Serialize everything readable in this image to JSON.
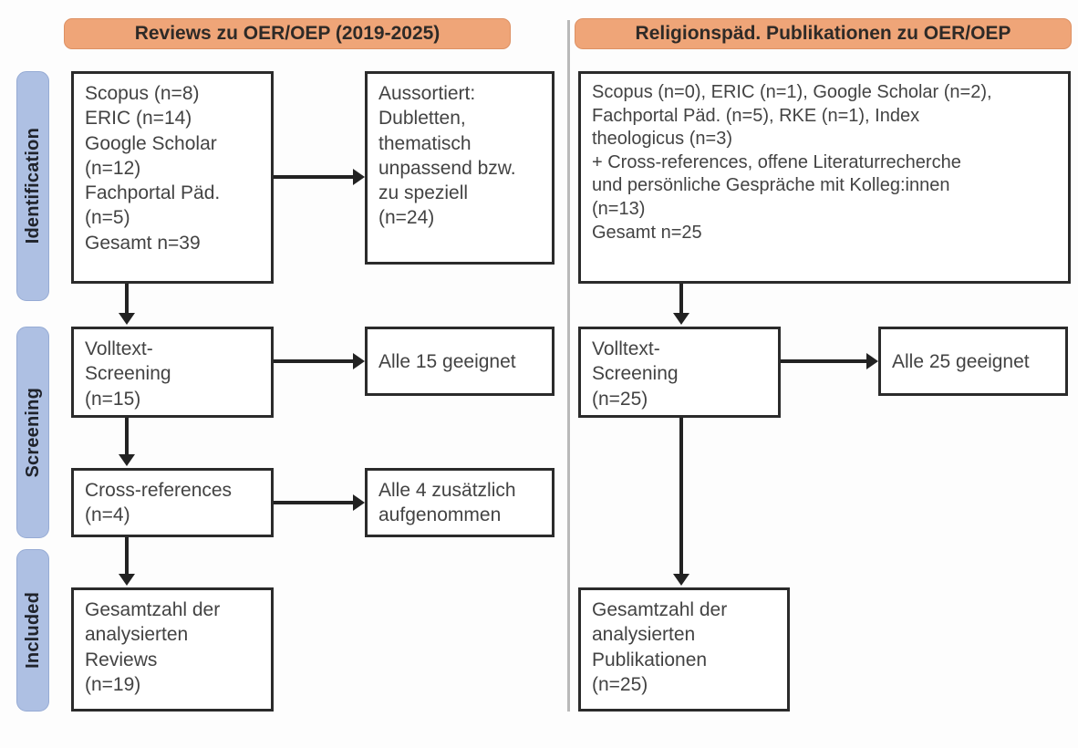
{
  "diagram": {
    "title": "PRISMA-Flussdiagramm: Reviews und religionspaedagogische Publikationen zu OER/OEP",
    "colors": {
      "stage_label_fill": "#AEC0E3",
      "column_header_fill": "#EFA578",
      "box_border": "#2B2B2B",
      "connector": "#222222",
      "background": "#FFFFFF"
    }
  },
  "stages": [
    {
      "id": "identification",
      "label": "Identification"
    },
    {
      "id": "screening",
      "label": "Screening"
    },
    {
      "id": "included",
      "label": "Included"
    }
  ],
  "columns": [
    {
      "id": "reviews",
      "header": "Reviews zu OER/OEP (2019-2025)"
    },
    {
      "id": "religionspaed",
      "header": "Religionspäd. Publikationen zu OER/OEP"
    }
  ],
  "left_column": {
    "identification_sources": "Scopus (n=8)\nERIC (n=14)\nGoogle Scholar\n(n=12)\nFachportal Päd.\n(n=5)\nGesamt n=39",
    "excluded": "Aussortiert:\nDubletten,\nthematisch\nunpassend bzw.\nzu speziell\n(n=24)",
    "screening": "Volltext-\nScreening\n(n=15)",
    "screening_result": "Alle 15 geeignet",
    "cross_references": "Cross-references\n(n=4)",
    "cross_references_result": "Alle 4 zusätzlich\naufgenommen",
    "included": "Gesamtzahl der\nanalysierten\nReviews\n(n=19)"
  },
  "right_column": {
    "identification_sources": "Scopus (n=0), ERIC (n=1), Google Scholar (n=2),\nFachportal Päd. (n=5), RKE (n=1), Index\ntheologicus (n=3)\n+ Cross-references, offene Literaturrecherche\nund persönliche Gespräche mit Kolleg:innen\n(n=13)\nGesamt n=25",
    "screening": "Volltext-\nScreening\n(n=25)",
    "screening_result": "Alle 25 geeignet",
    "included": "Gesamtzahl der\nanalysierten\nPublikationen\n(n=25)"
  }
}
